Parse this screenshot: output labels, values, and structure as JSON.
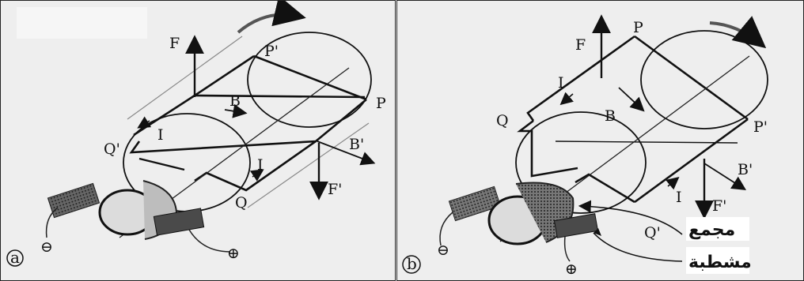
{
  "panel_a": {
    "tag": "a",
    "labels": {
      "F": "F",
      "B": "B",
      "P_prime": "P'",
      "P": "P",
      "I_upper": "I",
      "Q_prime": "Q'",
      "I_lower": "I",
      "B_prime": "B'",
      "Q": "Q",
      "F_prime": "F'"
    },
    "terminals": {
      "negative": "⊖",
      "positive": "⊕"
    }
  },
  "panel_b": {
    "tag": "b",
    "labels": {
      "F": "F",
      "P": "P",
      "I_upper": "I",
      "Q": "Q",
      "B": "B",
      "P_prime": "P'",
      "B_prime": "B'",
      "I_lower": "I",
      "F_prime": "F'",
      "Q_prime": "Q'"
    },
    "terminals": {
      "negative": "⊖",
      "positive": "⊕"
    },
    "annotations": {
      "commutator": "مجمع",
      "brush": "مشطبة"
    }
  }
}
